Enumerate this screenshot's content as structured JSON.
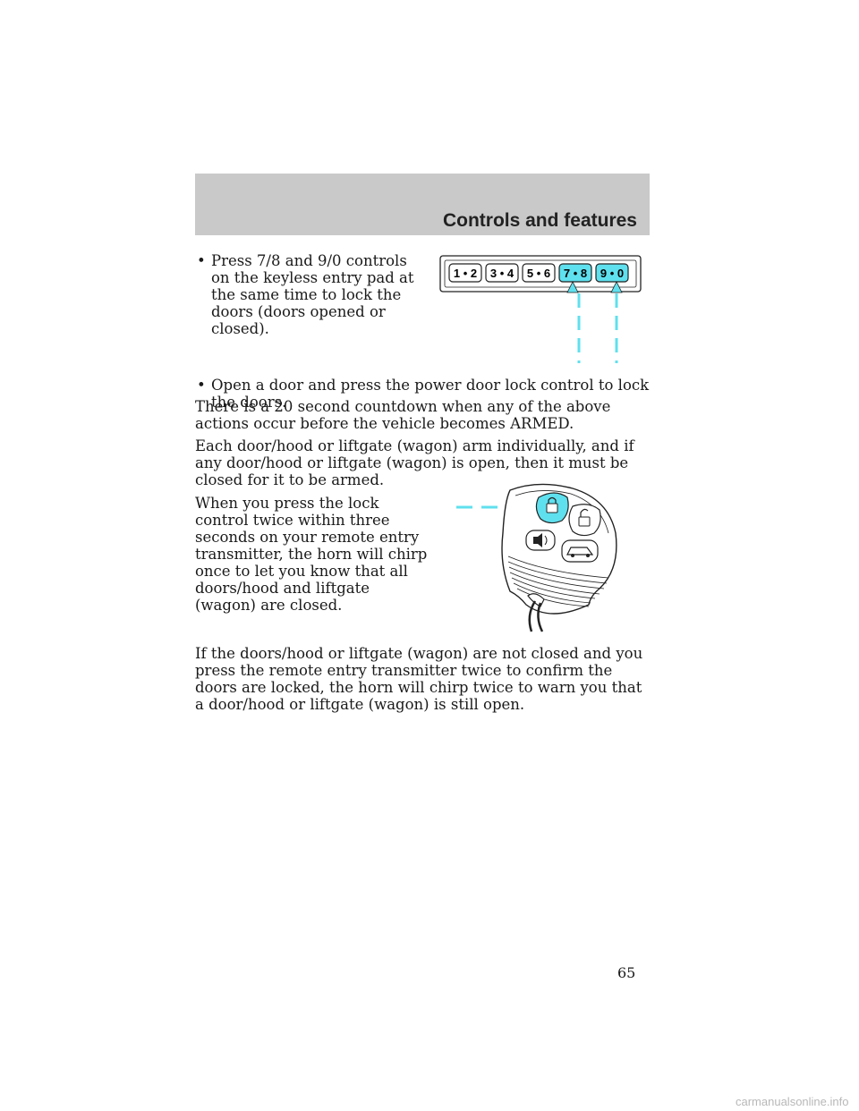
{
  "header": {
    "title": "Controls and features"
  },
  "bullets": [
    "Press 7/8 and 9/0 controls on the keyless entry pad at the same time to lock the doors (doors opened or closed).",
    "Open a door and press the power door lock control to lock the doors."
  ],
  "bullet_symbol": "•",
  "paragraphs": [
    "There is a 20 second countdown when any of the above actions occur before the vehicle becomes ARMED.",
    "Each door/hood or liftgate (wagon) arm individually, and if any door/hood or liftgate (wagon) is open, then it must be closed for it to be armed.",
    "When you press the lock control twice within three seconds on your remote entry transmitter, the horn will chirp once to let you know that all doors/hood and liftgate (wagon) are closed.",
    "If the doors/hood or liftgate (wagon) are not closed and you press the remote entry transmitter twice to confirm the doors are locked, the horn will chirp twice to warn you that a door/hood or liftgate (wagon) is still open."
  ],
  "keypad": {
    "keys": [
      "1 • 2",
      "3 • 4",
      "5 • 6",
      "7 • 8",
      "9 • 0"
    ],
    "highlighted": [
      "7 • 8",
      "9 • 0"
    ],
    "highlight_color": "#5fe0ee"
  },
  "remote_figure": {
    "highlight_color": "#5fe0ee",
    "highlighted_button": "lock"
  },
  "page_number": "65",
  "watermark": "carmanualsonline.info"
}
